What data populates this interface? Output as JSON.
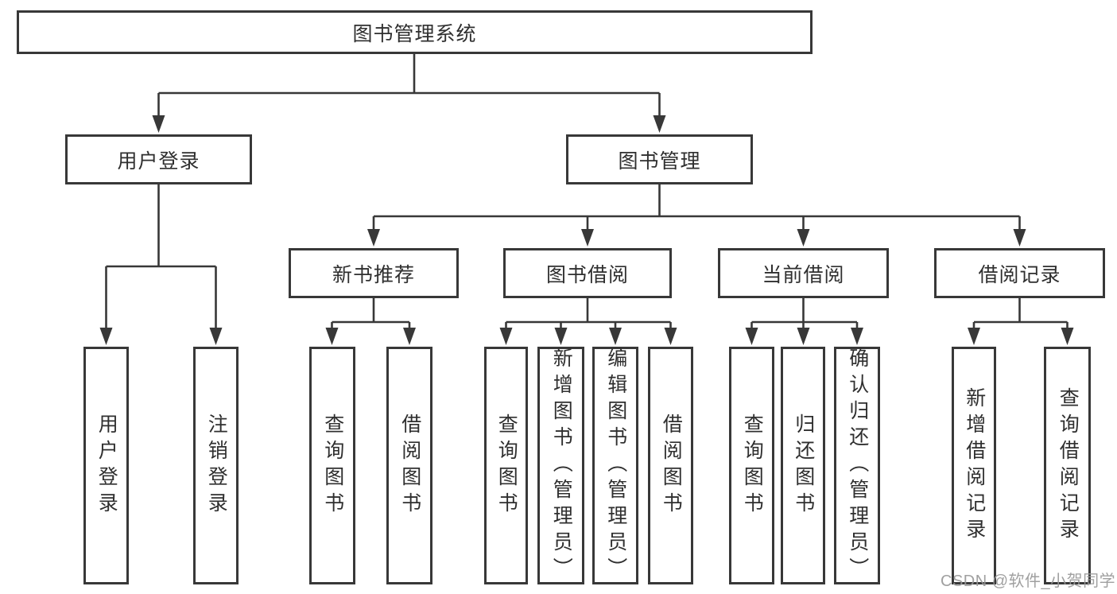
{
  "diagram_title": "图书管理系统",
  "tree": {
    "root": {
      "label": "图书管理系统"
    },
    "branches": [
      {
        "label": "用户登录",
        "children": [
          {
            "label": "用户登录"
          },
          {
            "label": "注销登录"
          }
        ]
      },
      {
        "label": "图书管理",
        "groups": [
          {
            "label": "新书推荐",
            "children": [
              {
                "label": "查询图书"
              },
              {
                "label": "借阅图书"
              }
            ]
          },
          {
            "label": "图书借阅",
            "children": [
              {
                "label": "查询图书"
              },
              {
                "label": "新增图书（管理员）"
              },
              {
                "label": "编辑图书（管理员）"
              },
              {
                "label": "借阅图书"
              }
            ]
          },
          {
            "label": "当前借阅",
            "children": [
              {
                "label": "查询图书"
              },
              {
                "label": "归还图书"
              },
              {
                "label": "确认归还（管理员）"
              }
            ]
          },
          {
            "label": "借阅记录",
            "children": [
              {
                "label": "新增借阅记录"
              },
              {
                "label": "查询借阅记录"
              }
            ]
          }
        ]
      }
    ]
  },
  "watermark": {
    "text": "CSDN @软件_小贺同学",
    "color": "#989898"
  },
  "colors": {
    "line": "#383838",
    "box_border": "#383838",
    "text": "#2f2f2f",
    "background": "#ffffff"
  }
}
